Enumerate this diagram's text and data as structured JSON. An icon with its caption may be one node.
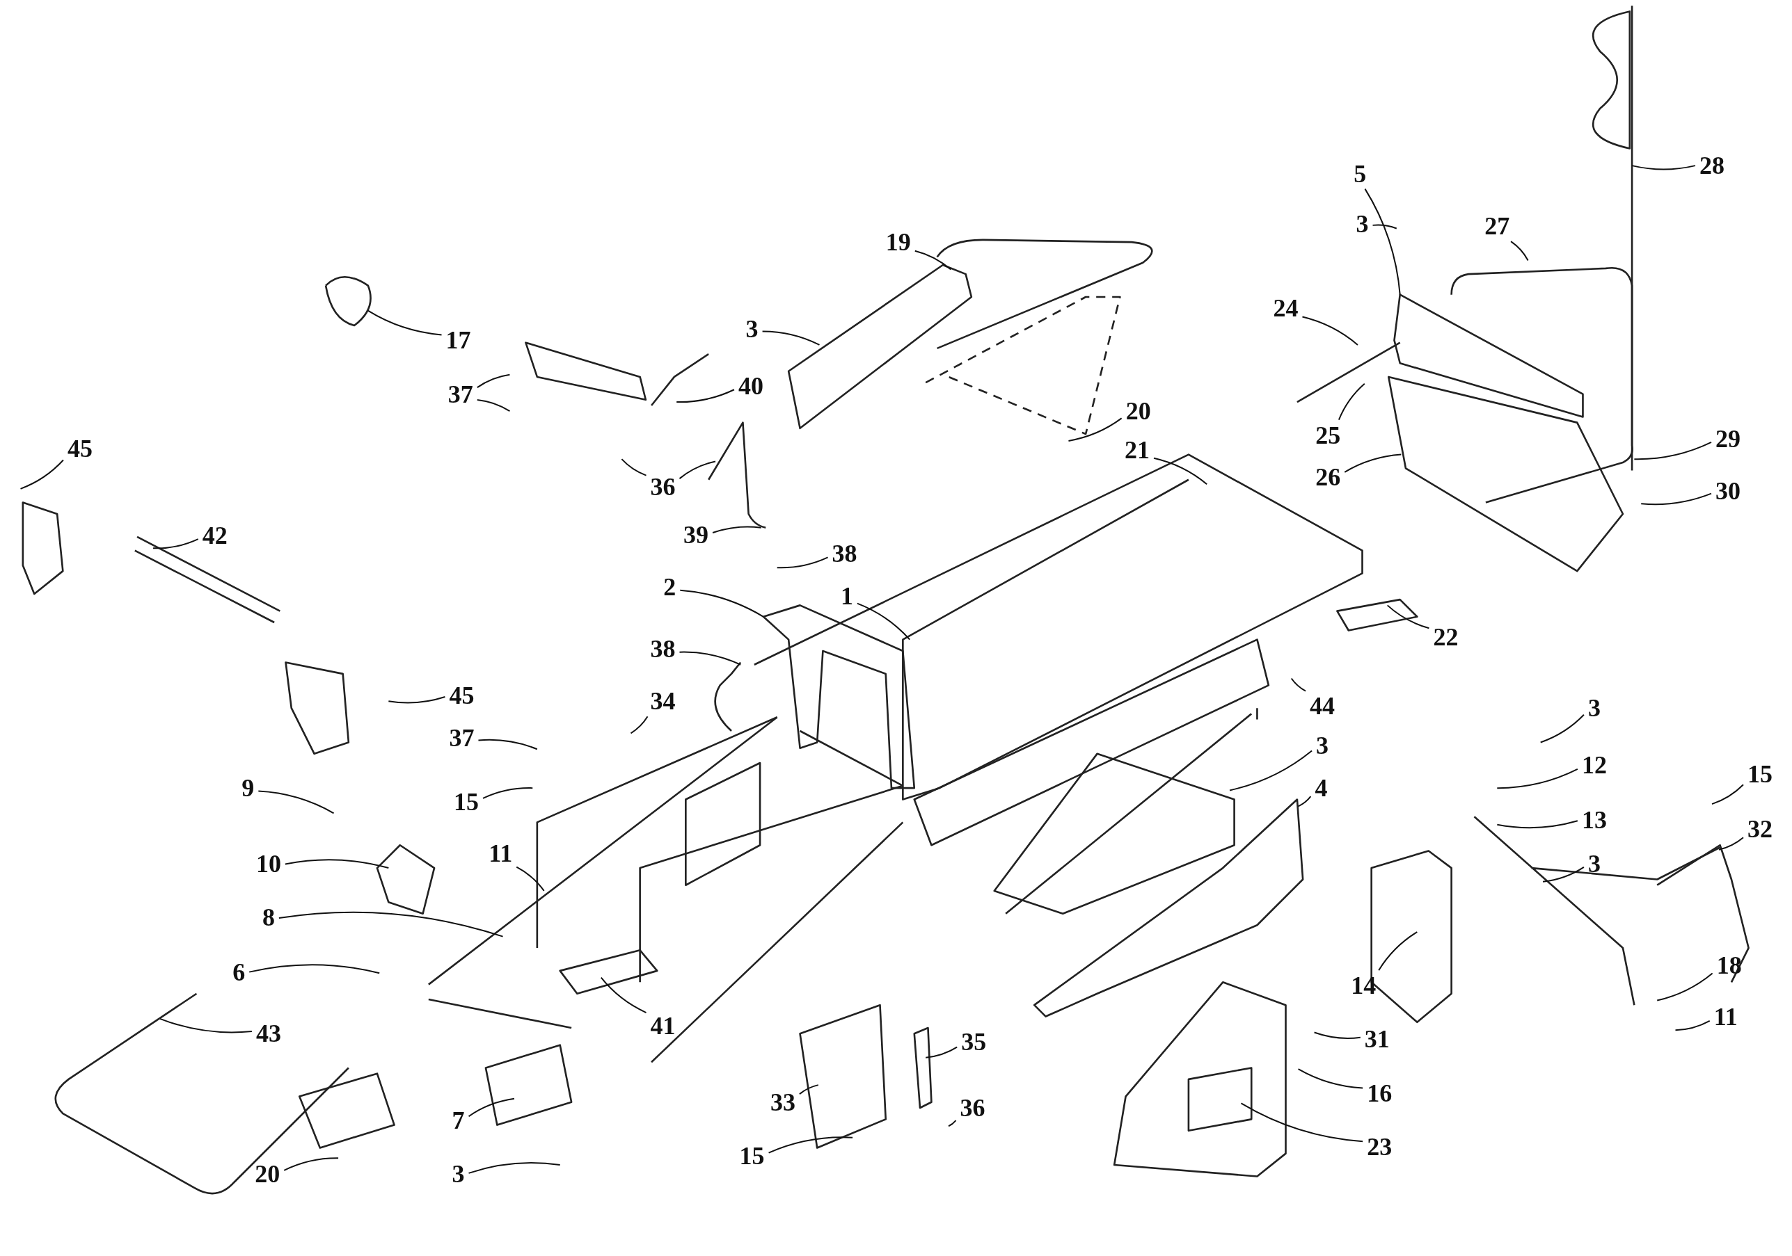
{
  "diagram": {
    "nodes": [
      {
        "text": [
          "28"
        ]
      },
      {
        "text": [
          "5"
        ]
      },
      {
        "text": [
          "3"
        ]
      },
      {
        "text": [
          "27"
        ]
      },
      {
        "text": [
          "19"
        ]
      },
      {
        "text": [
          "24"
        ]
      },
      {
        "text": [
          "3"
        ]
      },
      {
        "text": [
          "17"
        ]
      },
      {
        "text": [
          "40"
        ]
      },
      {
        "text": [
          "37"
        ]
      },
      {
        "text": [
          "20"
        ]
      },
      {
        "text": [
          "25"
        ]
      },
      {
        "text": [
          "29"
        ]
      },
      {
        "text": [
          "45"
        ]
      },
      {
        "text": [
          "21"
        ]
      },
      {
        "text": [
          "26"
        ]
      },
      {
        "text": [
          "36"
        ]
      },
      {
        "text": [
          "30"
        ]
      },
      {
        "text": [
          "42"
        ]
      },
      {
        "text": [
          "39"
        ]
      },
      {
        "text": [
          "38"
        ]
      },
      {
        "text": [
          "2"
        ]
      },
      {
        "text": [
          "1"
        ]
      },
      {
        "text": [
          "22"
        ]
      },
      {
        "text": [
          "38"
        ]
      },
      {
        "text": [
          "45"
        ]
      },
      {
        "text": [
          "34"
        ]
      },
      {
        "text": [
          "44"
        ]
      },
      {
        "text": [
          "3"
        ]
      },
      {
        "text": [
          "37"
        ]
      },
      {
        "text": [
          "3"
        ]
      },
      {
        "text": [
          "12"
        ]
      },
      {
        "text": [
          "15"
        ]
      },
      {
        "text": [
          "9"
        ]
      },
      {
        "text": [
          "4"
        ]
      },
      {
        "text": [
          "15"
        ]
      },
      {
        "text": [
          "13"
        ]
      },
      {
        "text": [
          "32"
        ]
      },
      {
        "text": [
          "11"
        ]
      },
      {
        "text": [
          "10"
        ]
      },
      {
        "text": [
          "3"
        ]
      },
      {
        "text": [
          "8"
        ]
      },
      {
        "text": [
          "18"
        ]
      },
      {
        "text": [
          "6"
        ]
      },
      {
        "text": [
          "14"
        ]
      },
      {
        "text": [
          "11"
        ]
      },
      {
        "text": [
          "41"
        ]
      },
      {
        "text": [
          "43"
        ]
      },
      {
        "text": [
          "31"
        ]
      },
      {
        "text": [
          "35"
        ]
      },
      {
        "text": [
          "16"
        ]
      },
      {
        "text": [
          "33"
        ]
      },
      {
        "text": [
          "36"
        ]
      },
      {
        "text": [
          "7"
        ]
      },
      {
        "text": [
          "23"
        ]
      },
      {
        "text": [
          "15"
        ]
      },
      {
        "text": [
          "20"
        ]
      },
      {
        "text": [
          "3"
        ]
      }
    ],
    "edges": [
      {
        "from": 0,
        "to": null,
        "arrow": "none"
      },
      {
        "from": 1,
        "to": null,
        "arrow": "none"
      },
      {
        "from": 2,
        "to": null,
        "arrow": "none"
      },
      {
        "from": 3,
        "to": null,
        "arrow": "none"
      },
      {
        "from": 4,
        "to": null,
        "arrow": "none"
      },
      {
        "from": 5,
        "to": null,
        "arrow": "none"
      },
      {
        "from": 6,
        "to": null,
        "arrow": "none"
      },
      {
        "from": 7,
        "to": null,
        "arrow": "none"
      },
      {
        "from": 8,
        "to": null,
        "arrow": "none"
      },
      {
        "from": 9,
        "to": null,
        "arrow": "none"
      },
      {
        "from": 9,
        "to": null,
        "arrow": "none"
      },
      {
        "from": 10,
        "to": null,
        "arrow": "none"
      },
      {
        "from": 11,
        "to": null,
        "arrow": "none"
      },
      {
        "from": 12,
        "to": null,
        "arrow": "none"
      },
      {
        "from": 13,
        "to": null,
        "arrow": "none"
      },
      {
        "from": 14,
        "to": null,
        "arrow": "none"
      },
      {
        "from": 15,
        "to": null,
        "arrow": "none"
      },
      {
        "from": 16,
        "to": null,
        "arrow": "none"
      },
      {
        "from": 16,
        "to": null,
        "arrow": "none"
      },
      {
        "from": 17,
        "to": null,
        "arrow": "none"
      },
      {
        "from": 18,
        "to": null,
        "arrow": "none"
      },
      {
        "from": 19,
        "to": null,
        "arrow": "none"
      },
      {
        "from": 20,
        "to": null,
        "arrow": "none"
      },
      {
        "from": 21,
        "to": null,
        "arrow": "none"
      },
      {
        "from": 22,
        "to": null,
        "arrow": "none"
      },
      {
        "from": 23,
        "to": null,
        "arrow": "none"
      },
      {
        "from": 24,
        "to": null,
        "arrow": "none"
      },
      {
        "from": 25,
        "to": null,
        "arrow": "none"
      },
      {
        "from": 26,
        "to": null,
        "arrow": "none"
      },
      {
        "from": 27,
        "to": null,
        "arrow": "none"
      },
      {
        "from": 28,
        "to": null,
        "arrow": "none"
      },
      {
        "from": 29,
        "to": null,
        "arrow": "none"
      },
      {
        "from": 30,
        "to": null,
        "arrow": "none"
      },
      {
        "from": 31,
        "to": null,
        "arrow": "none"
      },
      {
        "from": 32,
        "to": null,
        "arrow": "none"
      },
      {
        "from": 33,
        "to": null,
        "arrow": "none"
      },
      {
        "from": 34,
        "to": null,
        "arrow": "none"
      },
      {
        "from": 35,
        "to": null,
        "arrow": "none"
      },
      {
        "from": 36,
        "to": null,
        "arrow": "none"
      },
      {
        "from": 37,
        "to": null,
        "arrow": "none"
      },
      {
        "from": 38,
        "to": null,
        "arrow": "none"
      },
      {
        "from": 39,
        "to": null,
        "arrow": "none"
      },
      {
        "from": 40,
        "to": null,
        "arrow": "none"
      },
      {
        "from": 41,
        "to": null,
        "arrow": "none"
      },
      {
        "from": 42,
        "to": null,
        "arrow": "none"
      },
      {
        "from": 43,
        "to": null,
        "arrow": "none"
      },
      {
        "from": 44,
        "to": null,
        "arrow": "none"
      },
      {
        "from": 45,
        "to": null,
        "arrow": "none"
      },
      {
        "from": 46,
        "to": null,
        "arrow": "none"
      },
      {
        "from": 47,
        "to": null,
        "arrow": "none"
      },
      {
        "from": 48,
        "to": null,
        "arrow": "none"
      },
      {
        "from": 49,
        "to": null,
        "arrow": "none"
      },
      {
        "from": 50,
        "to": null,
        "arrow": "none"
      },
      {
        "from": 51,
        "to": null,
        "arrow": "none"
      },
      {
        "from": 52,
        "to": null,
        "arrow": "none"
      },
      {
        "from": 53,
        "to": null,
        "arrow": "none"
      },
      {
        "from": 54,
        "to": null,
        "arrow": "none"
      },
      {
        "from": 55,
        "to": null,
        "arrow": "none"
      },
      {
        "from": 56,
        "to": null,
        "arrow": "none"
      },
      {
        "from": 57,
        "to": null,
        "arrow": "none"
      }
    ]
  }
}
